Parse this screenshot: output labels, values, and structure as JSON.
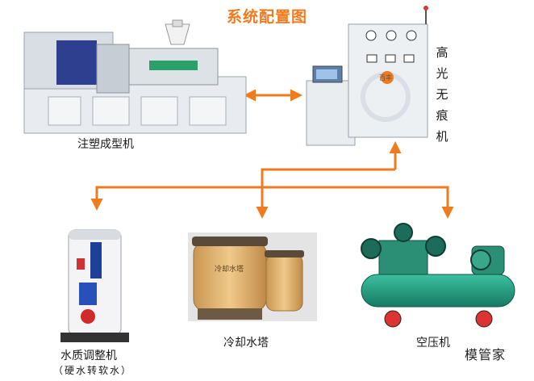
{
  "title": "系统配置图",
  "equipment": {
    "injection_molding_machine": {
      "label": "注塑成型机"
    },
    "high_gloss_machine": {
      "label": "高光无痕机",
      "brand_text": "百丰"
    },
    "water_conditioner": {
      "label": "水质调整机",
      "sublabel": "（硬水转软水）"
    },
    "cooling_tower": {
      "label": "冷却水塔",
      "tank_text": "冷却水塔"
    },
    "air_compressor": {
      "label": "空压机"
    }
  },
  "watermark": "模管家",
  "colors": {
    "arrow": "#f07a1e",
    "title": "#f07a1e",
    "tower": "#e0b36a",
    "compressor": "#1f9b7e"
  }
}
